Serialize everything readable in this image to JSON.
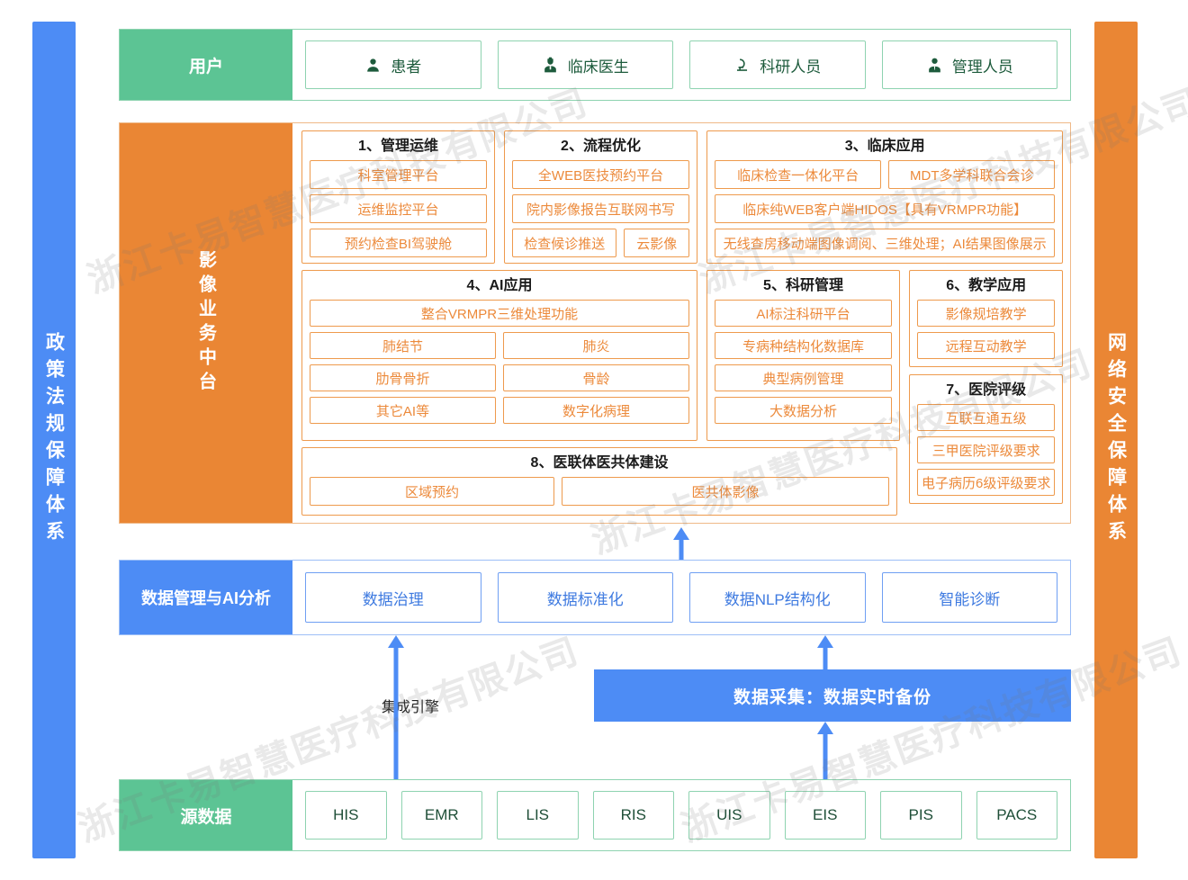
{
  "sides": {
    "left": {
      "label": "政策法规保障体系",
      "color": "#4d8cf5"
    },
    "right": {
      "label": "网络安全保障体系",
      "color": "#ea8634"
    }
  },
  "users_row": {
    "label": "用户",
    "color": "#5cc494",
    "cards": [
      {
        "icon": "user-icon",
        "label": "患者"
      },
      {
        "icon": "doctor-icon",
        "label": "临床医生"
      },
      {
        "icon": "microscope-icon",
        "label": "科研人员"
      },
      {
        "icon": "manager-icon",
        "label": "管理人员"
      }
    ]
  },
  "platform": {
    "label": "影像业务中台",
    "color": "#ea8634",
    "groups": [
      {
        "title": "1、管理运维",
        "rows": [
          [
            "科室管理平台"
          ],
          [
            "运维监控平台"
          ],
          [
            "预约检查BI驾驶舱"
          ]
        ]
      },
      {
        "title": "2、流程优化",
        "rows": [
          [
            "全WEB医技预约平台"
          ],
          [
            "院内影像报告互联网书写"
          ],
          [
            "检查候诊推送",
            "云影像"
          ]
        ]
      },
      {
        "title": "3、临床应用",
        "rows": [
          [
            "临床检查一体化平台",
            "MDT多学科联合会诊"
          ],
          [
            "临床纯WEB客户端HIDOS【具有VRMPR功能】"
          ],
          [
            "无线查房移动端图像调阅、三维处理；AI结果图像展示"
          ]
        ]
      },
      {
        "title": "4、AI应用",
        "rows": [
          [
            "整合VRMPR三维处理功能"
          ],
          [
            "肺结节",
            "肺炎"
          ],
          [
            "肋骨骨折",
            "骨龄"
          ],
          [
            "其它AI等",
            "数字化病理"
          ]
        ]
      },
      {
        "title": "5、科研管理",
        "rows": [
          [
            "AI标注科研平台"
          ],
          [
            "专病种结构化数据库"
          ],
          [
            "典型病例管理"
          ],
          [
            "大数据分析"
          ]
        ]
      },
      {
        "title": "6、教学应用",
        "rows": [
          [
            "影像规培教学"
          ],
          [
            "远程互动教学"
          ]
        ]
      },
      {
        "title": "7、医院评级",
        "rows": [
          [
            "互联互通五级"
          ],
          [
            "三甲医院评级要求"
          ],
          [
            "电子病历6级评级要求"
          ]
        ]
      },
      {
        "title": "8、医联体医共体建设",
        "rows": [
          [
            "区域预约",
            "医共体影像"
          ]
        ]
      }
    ]
  },
  "data_mgmt_row": {
    "label": "数据管理与AI分析",
    "color": "#4d8cf5",
    "cards": [
      "数据治理",
      "数据标准化",
      "数据NLP结构化",
      "智能诊断"
    ]
  },
  "connectors": {
    "engine_label": "集成引擎",
    "collect_box": "数据采集：数据实时备份",
    "arrow_color": "#4d8cf5"
  },
  "source_row": {
    "label": "源数据",
    "color": "#5cc494",
    "cards": [
      "HIS",
      "EMR",
      "LIS",
      "RIS",
      "UIS",
      "EIS",
      "PIS",
      "PACS"
    ]
  },
  "watermark": {
    "text": "浙江卡易智慧医疗科技有限公司"
  }
}
